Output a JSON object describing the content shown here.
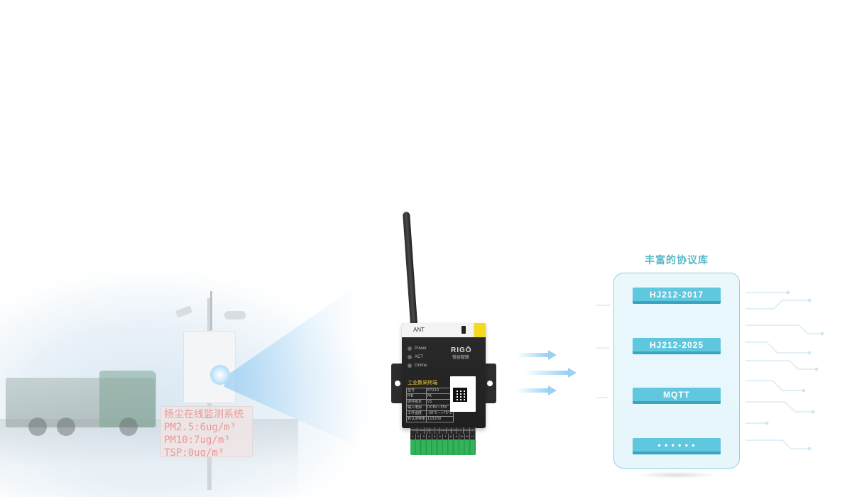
{
  "scene": {
    "led_board": {
      "lines": [
        "扬尘在线监测系统",
        "PM2.5:6ug/m³",
        "PM10:7ug/m³",
        "TSP:0ug/m³"
      ]
    }
  },
  "device": {
    "antenna_label": "ANT",
    "indicators": [
      "Power",
      "ACT",
      "Online"
    ],
    "brand": "RIGŌ",
    "brand_cn": "锐谷智联",
    "title": "工业数采终端",
    "spec_rows": [
      [
        "型号",
        "E7210"
      ],
      [
        "PID",
        "FA"
      ],
      [
        "硬件版本",
        "V1"
      ],
      [
        "输入电源",
        "DC6V~35V"
      ],
      [
        "工作温度",
        "-30°C~+75°C"
      ],
      [
        "默认波特率",
        "115200"
      ]
    ],
    "terminal_labels": [
      "PWR",
      "GND",
      "A",
      "B",
      "RX",
      "TX",
      "GND",
      "DI1",
      "DI2",
      "DO1",
      "DO2",
      "12V"
    ],
    "terminal_numbers": [
      "1",
      "2",
      "3",
      "4",
      "5",
      "6",
      "7",
      "8",
      "9",
      "10",
      "11",
      "12"
    ]
  },
  "protocols": {
    "title": "丰富的协议库",
    "items": [
      "HJ212-2017",
      "HJ212-2025",
      "MQTT",
      "• • • • • •"
    ],
    "accent_color": "#5fc7de",
    "title_color": "#58b7c8"
  }
}
